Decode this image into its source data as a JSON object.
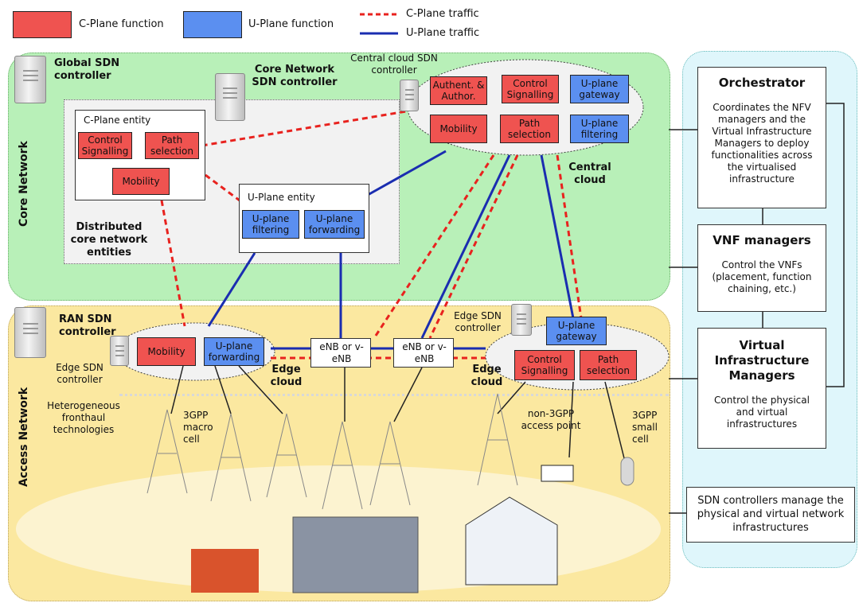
{
  "legend": {
    "c_plane_function": "C-Plane function",
    "u_plane_function": "U-Plane function",
    "c_plane_traffic": "C-Plane traffic",
    "u_plane_traffic": "U-Plane traffic"
  },
  "colors": {
    "c_plane": "#ef5350",
    "u_plane": "#5b8ff0",
    "c_traffic": "#e8221e",
    "u_traffic": "#1a2db0",
    "core_bg": "#b8f0b8",
    "access_bg": "#fbe8a0",
    "mgmt_bg": "#dff6fb"
  },
  "core": {
    "label": "Core Network",
    "global_sdn": "Global SDN controller",
    "core_sdn": "Core Network SDN controller",
    "central_cloud_sdn": "Central cloud SDN controller",
    "distributed": "Distributed core network entities",
    "central_cloud_label": "Central cloud",
    "c_entity": {
      "title": "C-Plane entity",
      "control": "Control Signalling",
      "path": "Path selection",
      "mobility": "Mobility"
    },
    "u_entity": {
      "title": "U-Plane entity",
      "filtering": "U-plane filtering",
      "forwarding": "U-plane forwarding"
    },
    "cloud": {
      "auth": "Authent. & Author.",
      "control": "Control Signalling",
      "gateway": "U-plane gateway",
      "mobility": "Mobility",
      "path": "Path selection",
      "filtering": "U-plane filtering"
    }
  },
  "access": {
    "label": "Access Network",
    "ran_sdn": "RAN SDN controller",
    "edge_sdn_left": "Edge SDN controller",
    "edge_sdn_right": "Edge SDN controller",
    "edge_cloud_left": "Edge cloud",
    "edge_cloud_right": "Edge cloud",
    "left_mobility": "Mobility",
    "left_forwarding": "U-plane forwarding",
    "enb1": "eNB or v-eNB",
    "enb2": "eNB or v-eNB",
    "right_gateway": "U-plane gateway",
    "right_control": "Control Signalling",
    "right_path": "Path selection",
    "fronthaul": "Heterogeneous fronthaul technologies",
    "macro": "3GPP macro cell",
    "non3gpp": "non-3GPP access point",
    "small": "3GPP small cell"
  },
  "mgmt": {
    "orchestrator_title": "Orchestrator",
    "orchestrator_desc": "Coordinates the NFV managers and the Virtual Infrastructure Managers to deploy functionalities across the virtualised infrastructure",
    "vnf_title": "VNF managers",
    "vnf_desc": "Control the VNFs (placement, function chaining, etc.)",
    "vim_title": "Virtual Infrastructure Managers",
    "vim_desc": "Control the physical and virtual infrastructures",
    "sdn_note": "SDN controllers manage the physical and virtual network infrastructures"
  }
}
